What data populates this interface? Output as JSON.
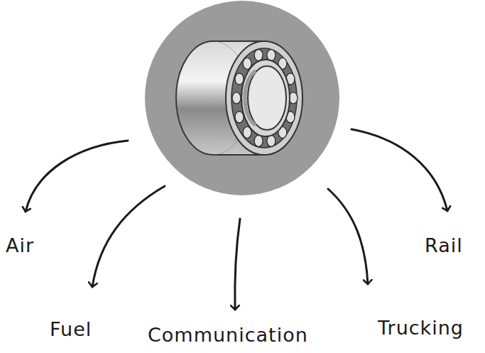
{
  "diagram": {
    "labels": [
      "Air",
      "Fuel",
      "Communication",
      "Trucking",
      "Rail"
    ]
  }
}
